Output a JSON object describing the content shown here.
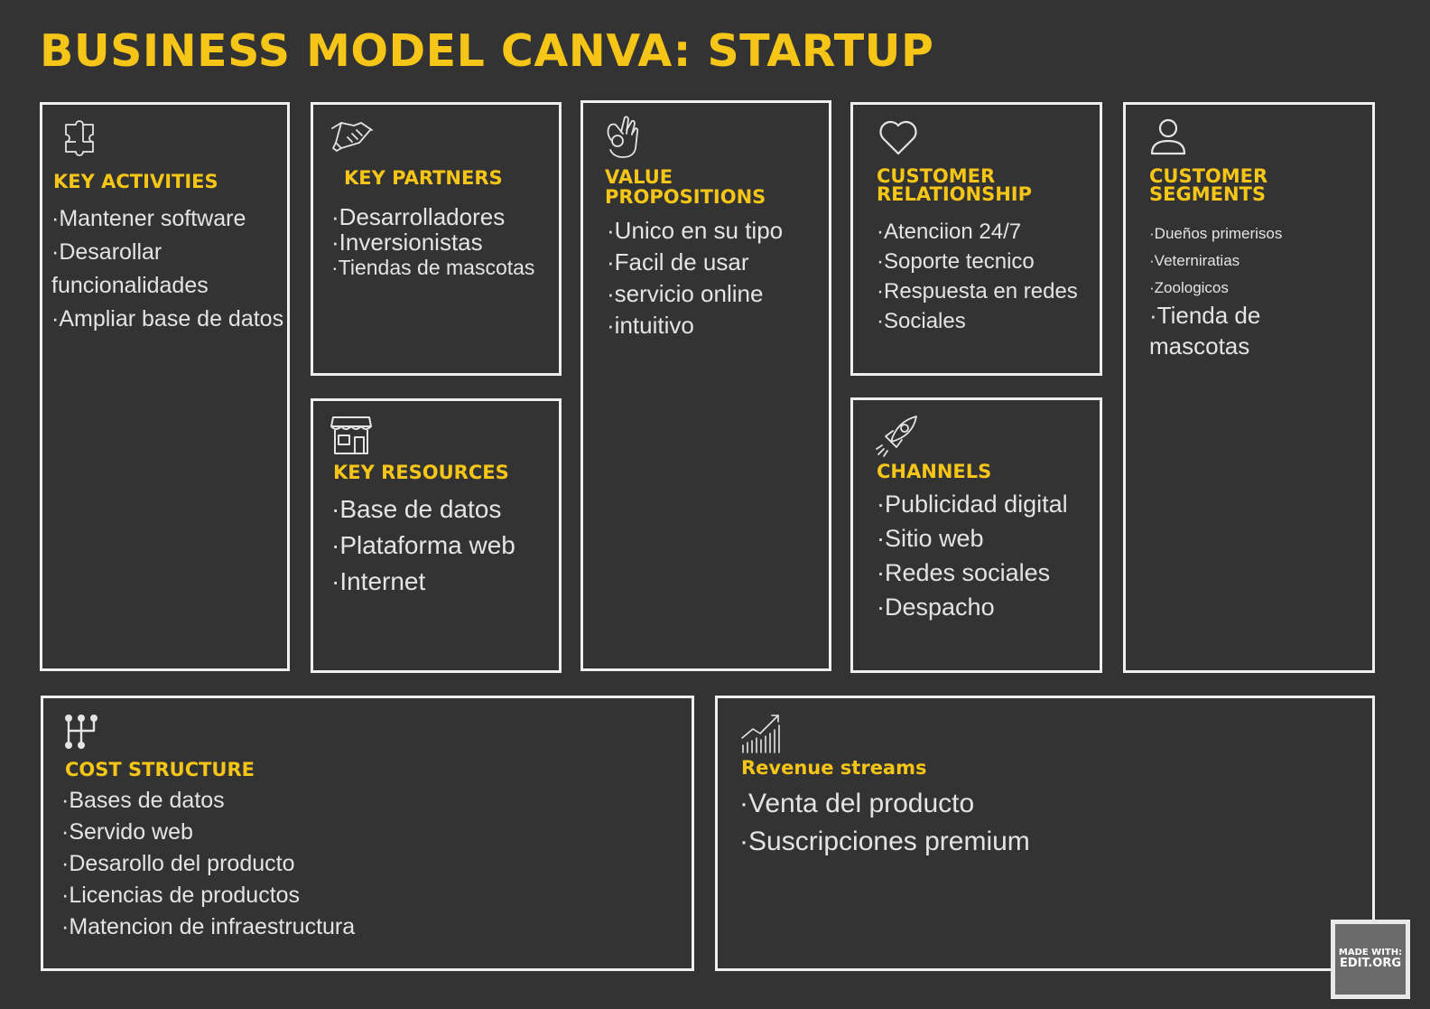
{
  "title": "BUSINESS MODEL CANVA: STARTUP",
  "key_activities": {
    "icon": "puzzle-icon",
    "heading": "KEY ACTIVITIES",
    "items": [
      "Mantener software",
      "Desarollar funcionalidades",
      "Ampliar base de datos"
    ]
  },
  "key_partners": {
    "icon": "handshake-icon",
    "heading": "KEY PARTNERS",
    "items": [
      "Desarrolladores",
      "Inversionistas",
      "Tiendas de mascotas"
    ]
  },
  "value_propositions": {
    "icon": "ok-hand-icon",
    "heading": "VALUE PROPOSITIONS",
    "items": [
      "Unico en su tipo",
      "Facil de usar",
      "servicio online",
      "intuitivo"
    ]
  },
  "customer_relationship": {
    "icon": "heart-icon",
    "heading": "CUSTOMER RELATIONSHIP",
    "items": [
      "Atenciion 24/7",
      "Soporte tecnico",
      "Respuesta en redes",
      "Sociales"
    ]
  },
  "customer_segments": {
    "icon": "person-icon",
    "heading": "CUSTOMER SEGMENTS",
    "small_items": [
      "Dueños primerisos",
      "Veterniratias",
      "Zoologicos"
    ],
    "items": [
      "Tienda de mascotas"
    ]
  },
  "key_resources": {
    "icon": "store-icon",
    "heading": "KEY RESOURCES",
    "items": [
      "Base de datos",
      "Plataforma web",
      "Internet"
    ]
  },
  "channels": {
    "icon": "rocket-icon",
    "heading": "CHANNELS",
    "items": [
      "Publicidad digital",
      "Sitio web",
      "Redes sociales",
      "Despacho"
    ]
  },
  "cost_structure": {
    "icon": "structure-icon",
    "heading": "COST STRUCTURE",
    "items": [
      "Bases de datos",
      "Servido web",
      "Desarollo del producto",
      "Licencias de productos",
      "Matencion de infraestructura"
    ]
  },
  "revenue_streams": {
    "icon": "growth-chart-icon",
    "heading": "Revenue streams",
    "items": [
      "Venta del producto",
      "Suscripciones premium"
    ]
  },
  "badge": {
    "line1": "MADE WITH:",
    "line2": "EDIT.ORG"
  },
  "colors": {
    "background": "#333333",
    "accent": "#f5c518",
    "text": "#e4e4e4",
    "border": "#efefef"
  }
}
